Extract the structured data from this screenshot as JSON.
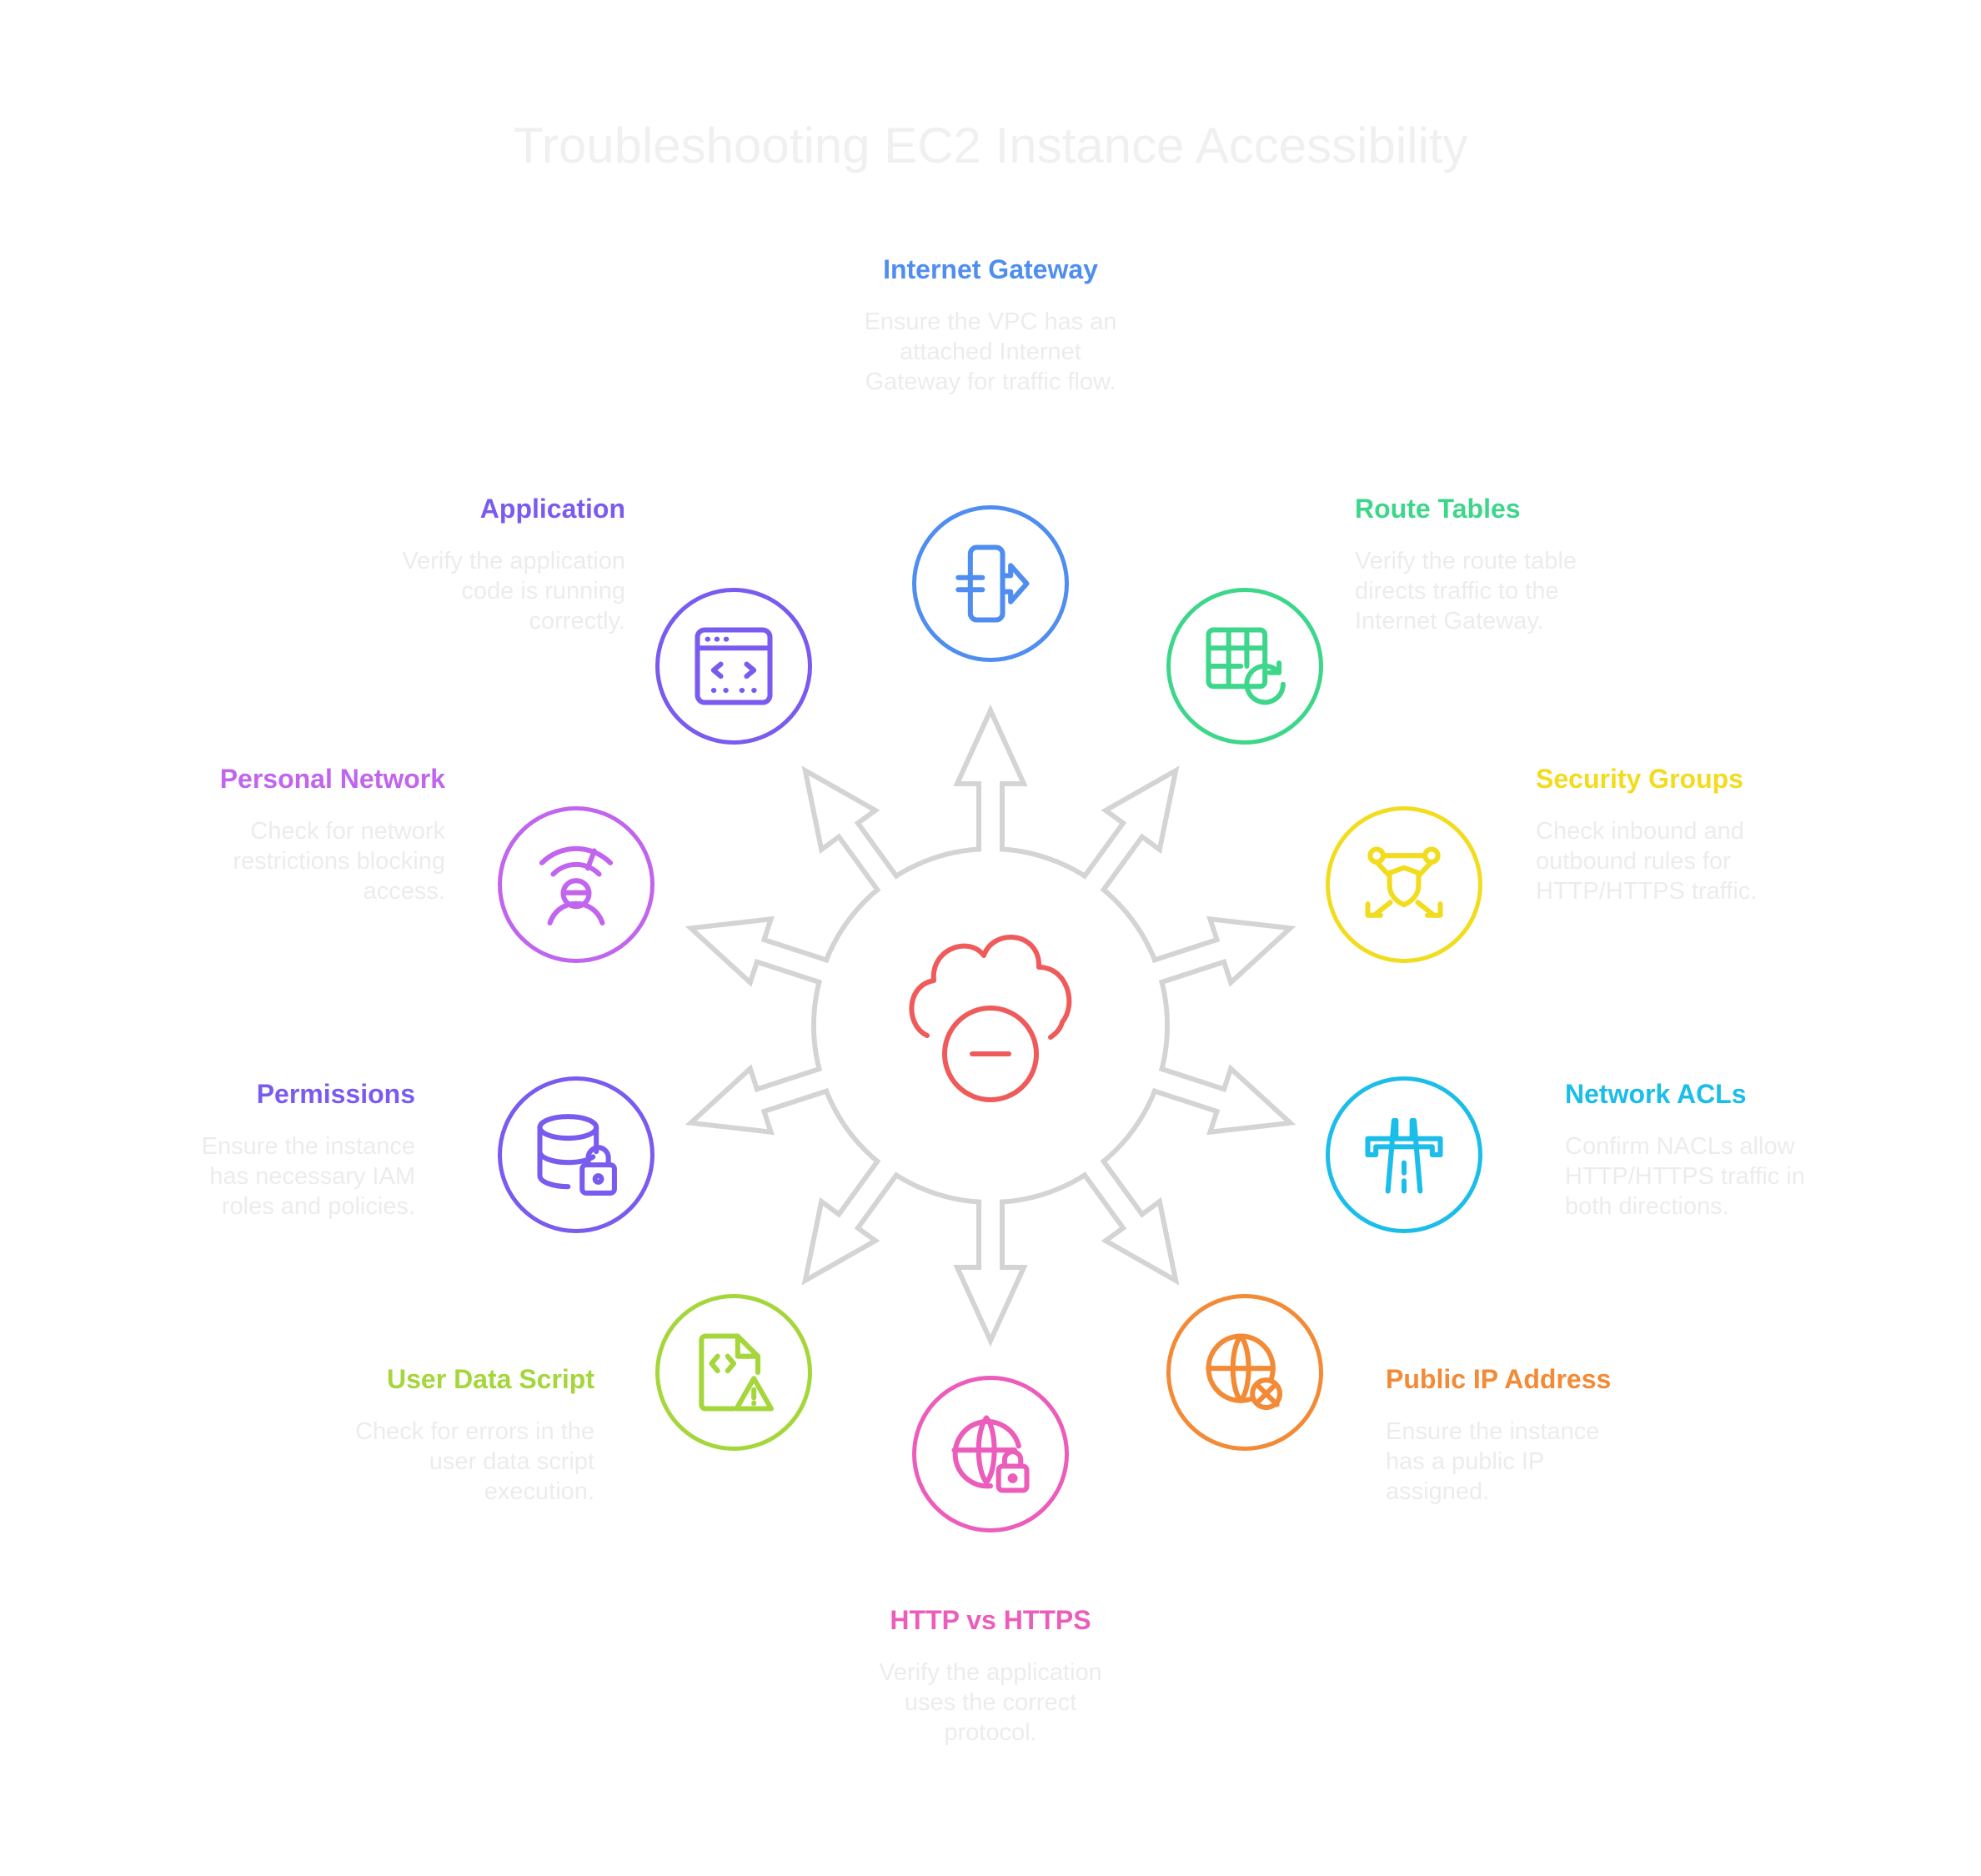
{
  "title": "Troubleshooting EC2 Instance Accessibility",
  "colors": {
    "arrow": "#d4d4d4",
    "center": "#ef5b5b"
  },
  "center": {
    "icon": "cloud-minus-icon"
  },
  "items": [
    {
      "id": "internet-gateway",
      "title": "Internet Gateway",
      "desc": "Ensure the VPC has an attached Internet Gateway for traffic flow.",
      "color": "#4f8ef0",
      "icon": "exit-door-icon"
    },
    {
      "id": "route-tables",
      "title": "Route Tables",
      "desc": "Verify the route table directs traffic to the Internet Gateway.",
      "color": "#3ed68b",
      "icon": "table-refresh-icon"
    },
    {
      "id": "security-groups",
      "title": "Security Groups",
      "desc": "Check inbound and outbound rules for HTTP/HTTPS traffic.",
      "color": "#f2dc1e",
      "icon": "shield-network-icon"
    },
    {
      "id": "network-acls",
      "title": "Network ACLs",
      "desc": "Confirm NACLs allow HTTP/HTTPS traffic in both directions.",
      "color": "#1bbde9",
      "icon": "highway-gate-icon"
    },
    {
      "id": "public-ip",
      "title": "Public IP Address",
      "desc": "Ensure the instance has a public IP assigned.",
      "color": "#f38a35",
      "icon": "globe-off-icon"
    },
    {
      "id": "http-https",
      "title": "HTTP vs HTTPS",
      "desc": "Verify the application uses the correct protocol.",
      "color": "#ec5cbb",
      "icon": "globe-lock-icon"
    },
    {
      "id": "user-data",
      "title": "User Data Script",
      "desc": "Check for errors in the user data script execution.",
      "color": "#a5d63b",
      "icon": "code-file-warning-icon"
    },
    {
      "id": "permissions",
      "title": "Permissions",
      "desc": "Ensure the instance has necessary IAM roles and policies.",
      "color": "#7a5bf0",
      "icon": "database-lock-icon"
    },
    {
      "id": "personal-network",
      "title": "Personal Network",
      "desc": "Check for network restrictions blocking access.",
      "color": "#c165ee",
      "icon": "user-wifi-icon"
    },
    {
      "id": "application",
      "title": "Application",
      "desc": "Verify the application code is running correctly.",
      "color": "#7a5bf0",
      "icon": "browser-code-icon"
    }
  ]
}
